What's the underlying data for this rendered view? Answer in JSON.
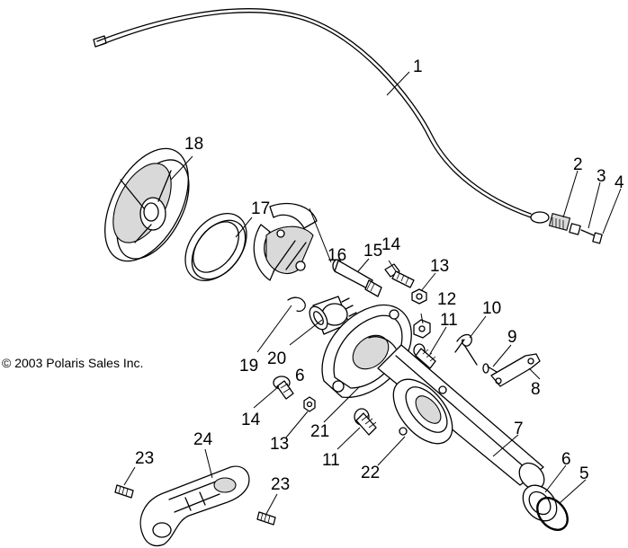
{
  "copyright": "© 2003 Polaris Sales Inc.",
  "callouts": [
    {
      "id": "c1",
      "label": "1"
    },
    {
      "id": "c2",
      "label": "2"
    },
    {
      "id": "c3",
      "label": "3"
    },
    {
      "id": "c4",
      "label": "4"
    },
    {
      "id": "c5",
      "label": "5"
    },
    {
      "id": "c6a",
      "label": "6"
    },
    {
      "id": "c6b",
      "label": "6"
    },
    {
      "id": "c7",
      "label": "7"
    },
    {
      "id": "c8",
      "label": "8"
    },
    {
      "id": "c9",
      "label": "9"
    },
    {
      "id": "c10",
      "label": "10"
    },
    {
      "id": "c11a",
      "label": "11"
    },
    {
      "id": "c11b",
      "label": "11"
    },
    {
      "id": "c12",
      "label": "12"
    },
    {
      "id": "c13a",
      "label": "13"
    },
    {
      "id": "c13b",
      "label": "13"
    },
    {
      "id": "c14a",
      "label": "14"
    },
    {
      "id": "c14b",
      "label": "14"
    },
    {
      "id": "c15",
      "label": "15"
    },
    {
      "id": "c16",
      "label": "16"
    },
    {
      "id": "c17",
      "label": "17"
    },
    {
      "id": "c18",
      "label": "18"
    },
    {
      "id": "c19",
      "label": "19"
    },
    {
      "id": "c20",
      "label": "20"
    },
    {
      "id": "c21",
      "label": "21"
    },
    {
      "id": "c22",
      "label": "22"
    },
    {
      "id": "c23a",
      "label": "23"
    },
    {
      "id": "c23b",
      "label": "23"
    },
    {
      "id": "c24",
      "label": "24"
    }
  ]
}
